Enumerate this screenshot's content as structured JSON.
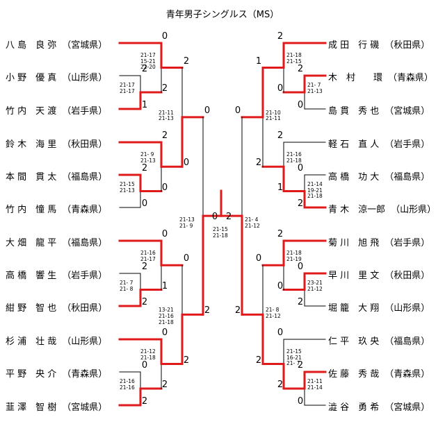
{
  "title": "青年男子シングルス（MS）",
  "players_left": [
    {
      "name": "八 島　良 弥",
      "pref": "（宮城県）"
    },
    {
      "name": "小 野　優 真",
      "pref": "（山形県）"
    },
    {
      "name": "竹 内　天 渡",
      "pref": "（岩手県）"
    },
    {
      "name": "鈴 木　海 里",
      "pref": "（秋田県）"
    },
    {
      "name": "本 間　貫 太",
      "pref": "（福島県）"
    },
    {
      "name": "竹 内　憧 馬",
      "pref": "（青森県）"
    },
    {
      "name": "大 畑　龍 平",
      "pref": "（福島県）"
    },
    {
      "name": "高 橋　響 生",
      "pref": "（岩手県）"
    },
    {
      "name": "紺 野　智 也",
      "pref": "（秋田県）"
    },
    {
      "name": "杉 浦　壮 哉",
      "pref": "（山形県）"
    },
    {
      "name": "平 野　央 介",
      "pref": "（青森県）"
    },
    {
      "name": "韮 澤　智 樹",
      "pref": "（宮城県）"
    }
  ],
  "players_right": [
    {
      "name": "成 田　行 磯",
      "pref": "（秋田県）"
    },
    {
      "name": "木　村　　環",
      "pref": "（青森県）"
    },
    {
      "name": "島 貫　秀 也",
      "pref": "（宮城県）"
    },
    {
      "name": "軽 石　直 人",
      "pref": "（岩手県）"
    },
    {
      "name": "高 橋　功 大",
      "pref": "（福島県）"
    },
    {
      "name": "青 木　涼一郎",
      "pref": "（山形県）"
    },
    {
      "name": "菊 川　旭 飛",
      "pref": "（岩手県）"
    },
    {
      "name": "早 川　里 文",
      "pref": "（秋田県）"
    },
    {
      "name": "堀 籠　大 翔",
      "pref": "（山形県）"
    },
    {
      "name": "仁 平　玖 央",
      "pref": "（福島県）"
    },
    {
      "name": "佐 藤　秀 哉",
      "pref": "（青森県）"
    },
    {
      "name": "澁 谷　勇 希",
      "pref": "（宮城県）"
    }
  ],
  "scores_left": [
    "2",
    "1",
    "0",
    "2",
    "2",
    "0",
    "2",
    "0",
    "2",
    "2",
    "0",
    "1",
    "0",
    "2",
    "0",
    "2",
    "2",
    "0",
    "0",
    "2",
    "0",
    "2",
    "2",
    "0",
    "2",
    "0",
    "2",
    "0"
  ],
  "scores_right": [
    "2",
    "0",
    "2",
    "0",
    "0",
    "2",
    "2",
    "1",
    "0",
    "2",
    "2",
    "0",
    "2",
    "0",
    "0",
    "2",
    "1",
    "2",
    "0",
    "2",
    "0",
    "2",
    "2",
    "2",
    "0",
    "2"
  ],
  "final": {
    "left": "0",
    "right": "2",
    "games": "21-15\n21-18"
  },
  "games_left": [
    "21-17\n21-17",
    "21-17\n15-21\n22-20",
    "21-15\n21-13",
    "21- 9\n21-13",
    "21- 7\n21- 8",
    "21-16\n21-17",
    "21-16\n21-16",
    "21-12\n21-18",
    "21-11\n21-13",
    "13-21\n21-16\n21-18",
    "21-13\n21- 9"
  ],
  "games_right": [
    "21- 7\n21-13",
    "21-18\n21-15",
    "21-14\n19-21\n21-18",
    "21-16\n21-18",
    "23-21\n21-12",
    "21-18\n21-19",
    "21-11\n21-14",
    "21-15\n16-21\n21- 7",
    "21-10\n21-11",
    "21- 8\n21-12",
    "21- 4\n21-12"
  ]
}
